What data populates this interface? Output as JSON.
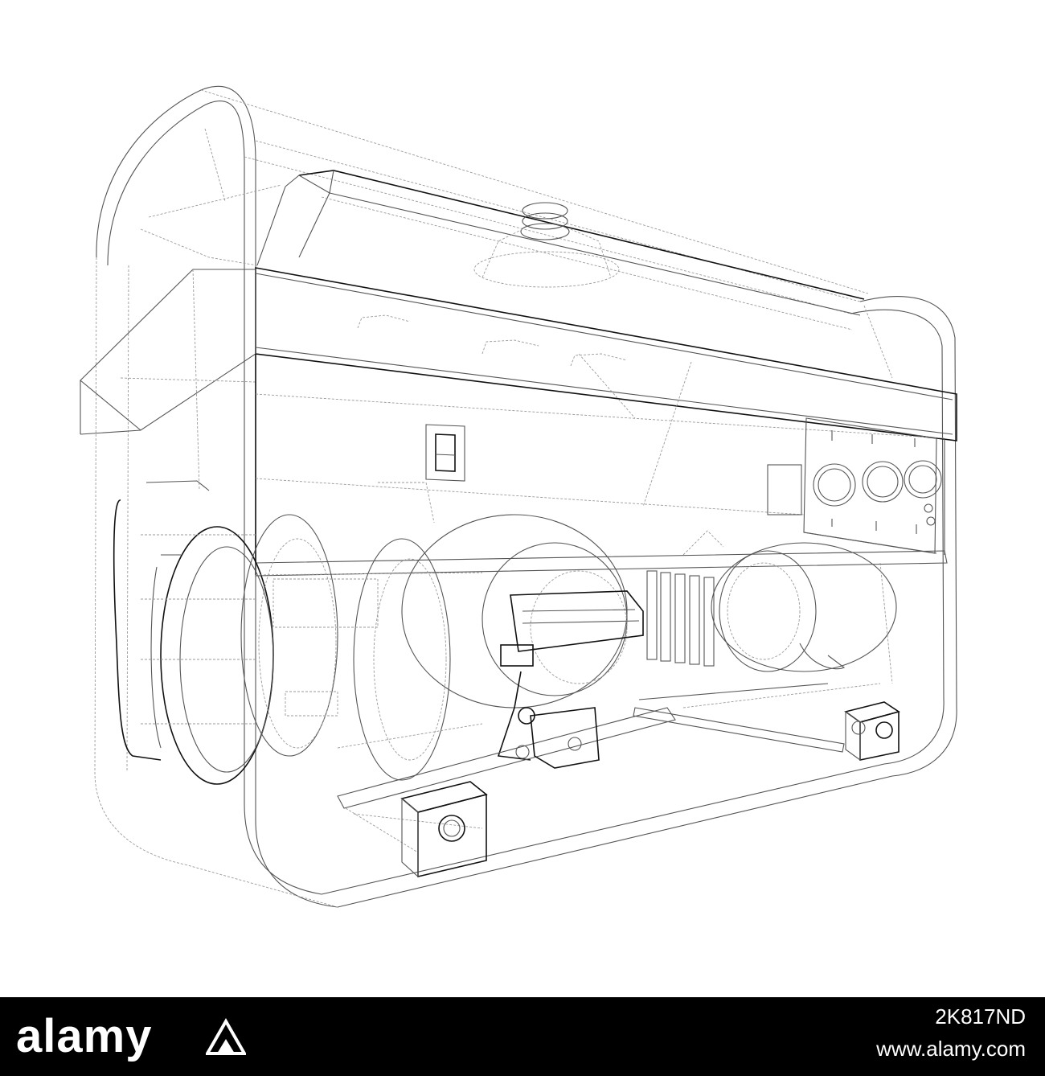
{
  "watermark": {
    "brand": "alamy",
    "image_id": "2K817ND",
    "url": "www.alamy.com"
  },
  "colors": {
    "background": "#ffffff",
    "line": "#1a1a1a",
    "footer": "#000000",
    "footer_text": "#ffffff"
  },
  "illustration": {
    "subject": "portable-generator-wireframe"
  }
}
